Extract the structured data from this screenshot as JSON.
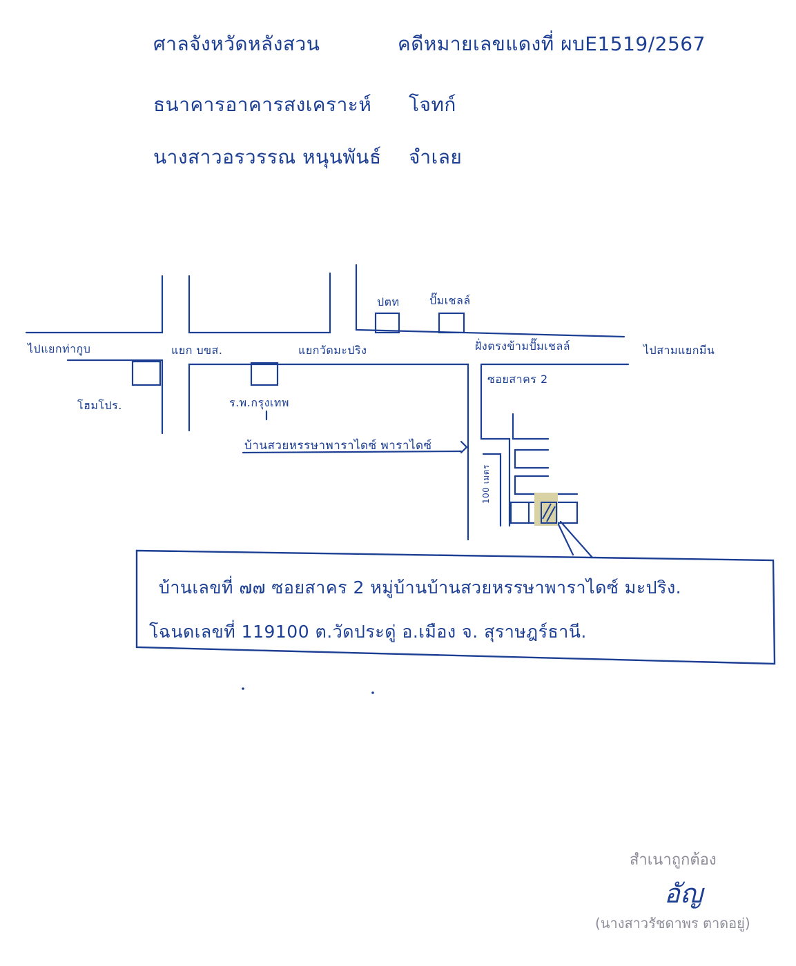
{
  "header": {
    "line1_court": "ศาลจังหวัดหลังสวน",
    "line1_case": "คดีหมายเลขแดงที่ ผบE1519/2567",
    "line2_plaintiff": "ธนาคารอาคารสงเคราะห์",
    "line2_role": "โจทก์",
    "line3_defendant": "นางสาวอรวรรณ หนุนพันธ์",
    "line3_role": "จำเลย"
  },
  "map": {
    "label_to_junction_left": "ไปแยกท่ากูบ",
    "label_bks_junction": "แยก บขส.",
    "label_wat_junction": "แยกวัดมะปริง",
    "label_ptt": "ปตท",
    "label_pump1": "ปั๊มเชลล์",
    "label_opposite_pump": "ฝั่งตรงข้ามปั๊มเชลล์",
    "label_to_right": "ไปสามแยกมีน",
    "label_homepro": "โฮมโปร.",
    "label_hospital": "ร.พ.กรุงเทพ",
    "label_soi": "ซอยสาคร 2",
    "label_village": "บ้านสวยหรรษาพาราไดซ์ พาราไดซ์",
    "label_distance": "100 เมตร"
  },
  "address_box": {
    "line1": "บ้านเลขที่ ๗๗ ซอยสาคร 2 หมู่บ้านบ้านสวยหรรษาพาราไดซ์ มะปริง.",
    "line2": "โฉนดเลขที่ 119100 ต.วัดประดู่ อ.เมือง จ. สุราษฎร์ธานี."
  },
  "certification": {
    "stamp_text": "สำเนาถูกต้อง",
    "signature": "อัญ",
    "signer": "(นางสาวรัชดาพร ตาดอยู่)"
  },
  "colors": {
    "ink": "#1c3f94",
    "stamp": "#8e8e9a",
    "highlight": "#d8d2a4"
  }
}
